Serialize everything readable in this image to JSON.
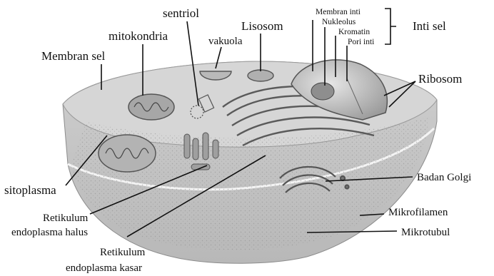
{
  "diagram": {
    "labels": {
      "membran_sel": "Membran sel",
      "mitokondria": "mitokondria",
      "sentriol": "sentriol",
      "vakuola": "vakuola",
      "lisosom": "Lisosom",
      "membran_inti": "Membran inti",
      "nukleolus": "Nukleolus",
      "kromatin": "Kromatin",
      "pori_inti": "Pori inti",
      "inti_sel": "Inti sel",
      "ribosom": "Ribosom",
      "sitoplasma": "sitoplasma",
      "retikulum_halus_1": "Retikulum",
      "retikulum_halus_2": "endoplasma halus",
      "retikulum_kasar_1": "Retikulum",
      "retikulum_kasar_2": "endoplasma kasar",
      "badan_golgi": "Badan Golgi",
      "mikrofilamen": "Mikrofilamen",
      "mikrotubul": "Mikrotubul"
    },
    "colors": {
      "cell_top": "#d9d9d9",
      "cell_side": "#c4c4c4",
      "organelle": "#a9a9a9",
      "line": "#111111"
    }
  }
}
